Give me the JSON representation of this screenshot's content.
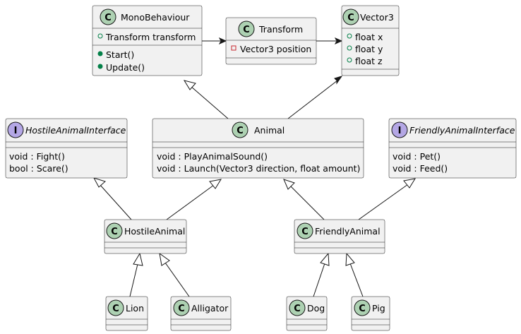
{
  "classes": {
    "monobehaviour": {
      "name": "MonoBehaviour",
      "kind_letter": "C",
      "fields": [
        "Transform transform"
      ],
      "methods": [
        "Start()",
        "Update()"
      ]
    },
    "transform": {
      "name": "Transform",
      "kind_letter": "C",
      "fields": [
        "Vector3 position"
      ],
      "methods": []
    },
    "vector3": {
      "name": "Vector3",
      "kind_letter": "C",
      "fields": [
        "float x",
        "float y",
        "float z"
      ],
      "methods": []
    },
    "hostile_interface": {
      "name": "HostileAnimalInterface",
      "kind_letter": "I",
      "fields": [],
      "methods": [
        "void : Fight()",
        "bool : Scare()"
      ]
    },
    "animal": {
      "name": "Animal",
      "kind_letter": "C",
      "fields": [],
      "methods": [
        "void : PlayAnimalSound()",
        "void : Launch(Vector3 direction, float amount)"
      ]
    },
    "friendly_interface": {
      "name": "FriendlyAnimalInterface",
      "kind_letter": "I",
      "fields": [],
      "methods": [
        "void : Pet()",
        "void : Feed()"
      ]
    },
    "hostile_animal": {
      "name": "HostileAnimal",
      "kind_letter": "C",
      "fields": [],
      "methods": []
    },
    "friendly_animal": {
      "name": "FriendlyAnimal",
      "kind_letter": "C",
      "fields": [],
      "methods": []
    },
    "lion": {
      "name": "Lion",
      "kind_letter": "C",
      "fields": [],
      "methods": []
    },
    "alligator": {
      "name": "Alligator",
      "kind_letter": "C",
      "fields": [],
      "methods": []
    },
    "dog": {
      "name": "Dog",
      "kind_letter": "C",
      "fields": [],
      "methods": []
    },
    "pig": {
      "name": "Pig",
      "kind_letter": "C",
      "fields": [],
      "methods": []
    }
  },
  "colors": {
    "class_badge": "#add1b2",
    "interface_badge": "#b4a7e5",
    "public_marker": "#038048",
    "private_marker": "#c82930",
    "box_fill": "#f1f1f1",
    "line": "#181818"
  }
}
